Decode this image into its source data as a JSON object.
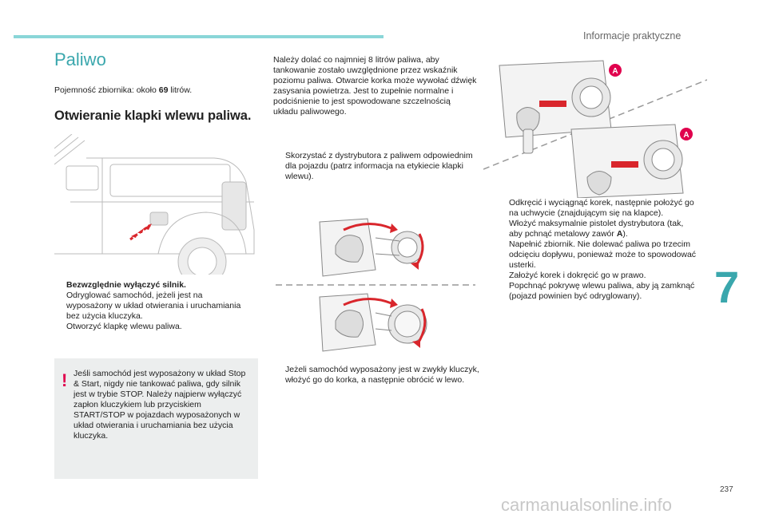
{
  "header": {
    "section": "Informacje praktyczne"
  },
  "title": "Paliwo",
  "capacity": {
    "prefix": "Pojemność zbiornika: około ",
    "value": "69",
    "suffix": " litrów."
  },
  "subtitle": "Otwieranie klapki wlewu paliwa.",
  "left_bullets": [
    {
      "text": "Bezwzględnie wyłączyć silnik.",
      "bold": true
    },
    {
      "text": "Odryglować samochód, jeżeli jest na wyposażony w układ otwierania i uruchamiania bez użycia kluczyka."
    },
    {
      "text": "Otworzyć klapkę wlewu paliwa."
    }
  ],
  "bullet_marker": "",
  "warning": {
    "icon": "!",
    "text": "Jeśli samochód jest wyposażony w układ Stop & Start, nigdy nie tankować paliwa, gdy silnik jest w trybie STOP. Należy najpierw wyłączyć zapłon kluczykiem lub przyciskiem START/STOP w pojazdach wyposażonych w układ otwierania i uruchamiania bez użycia kluczyka."
  },
  "middle_intro": "Należy dolać co najmniej 8 litrów paliwa, aby tankowanie zostało uwzględnione przez wskaźnik poziomu paliwa. Otwarcie korka może wywołać dźwięk zasysania powietrza. Jest to zupełnie normalne i podciśnienie to jest spowodowane szczelnością układu paliwowego.",
  "middle_bullets": [
    {
      "text": "Skorzystać z dystrybutora z paliwem odpowiednim dla pojazdu (patrz informacja na etykiecie klapki wlewu)."
    }
  ],
  "middle_bullets2": [
    {
      "text": "Jeżeli samochód wyposażony jest w zwykły kluczyk, włożyć go do korka, a następnie obrócić w lewo."
    }
  ],
  "right_bullets": [
    {
      "text": "Odkręcić i wyciągnąć korek, następnie położyć go na uchwycie (znajdującym się na klapce)."
    },
    {
      "text_before": "Włożyć maksymalnie pistolet dystrybutora (tak, aby pchnąć metalowy zawór ",
      "bold_part": "A",
      "text_after": ")."
    },
    {
      "text": "Napełnić zbiornik. Nie dolewać paliwa po trzecim odcięciu dopływu, ponieważ może to spowodować usterki."
    },
    {
      "text": "Założyć korek i dokręcić go w prawo."
    },
    {
      "text": "Popchnąć pokrywę wlewu paliwa, aby ją zamknąć (pojazd powinien być odryglowany)."
    }
  ],
  "callout_label": "A",
  "chapter_number": "7",
  "page_number": "237",
  "watermark": "carmanualsonline.info",
  "colors": {
    "accent": "#3aa7ad",
    "topbar": "#8ad6d8",
    "warning_red": "#e0004d",
    "arrow_red": "#d9262c"
  }
}
